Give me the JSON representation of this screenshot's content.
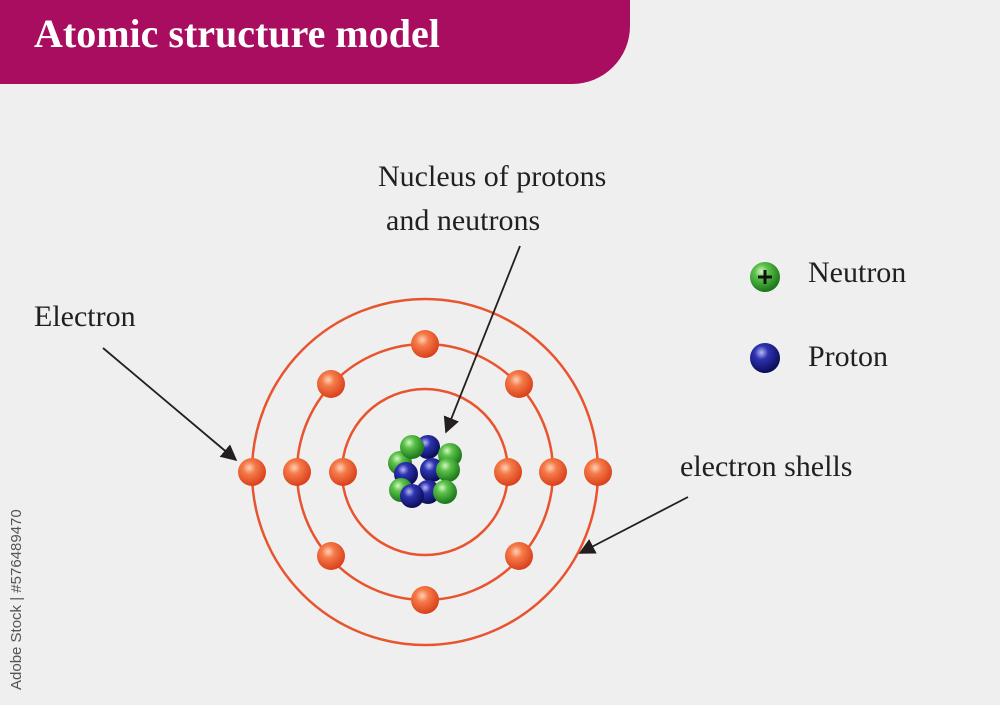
{
  "title": "Atomic structure model",
  "labels": {
    "nucleus_line1": "Nucleus of protons",
    "nucleus_line2": "and neutrons",
    "electron": "Electron",
    "electron_shells": "electron shells"
  },
  "legend": [
    {
      "name": "Neutron",
      "color": "#3aa535",
      "icon": "plus-icon"
    },
    {
      "name": "Proton",
      "color": "#1c1f8f"
    }
  ],
  "watermark_id": "Adobe Stock | #576489470",
  "colors": {
    "banner": "#a80d60",
    "shell": "#e8542e",
    "electron": "#ef5a2b",
    "neutron": "#3aa535",
    "proton": "#1c1f8f",
    "background": "#efefef"
  },
  "shells": [
    {
      "electrons": 2
    },
    {
      "electrons": 8
    },
    {
      "electrons": 2
    }
  ]
}
